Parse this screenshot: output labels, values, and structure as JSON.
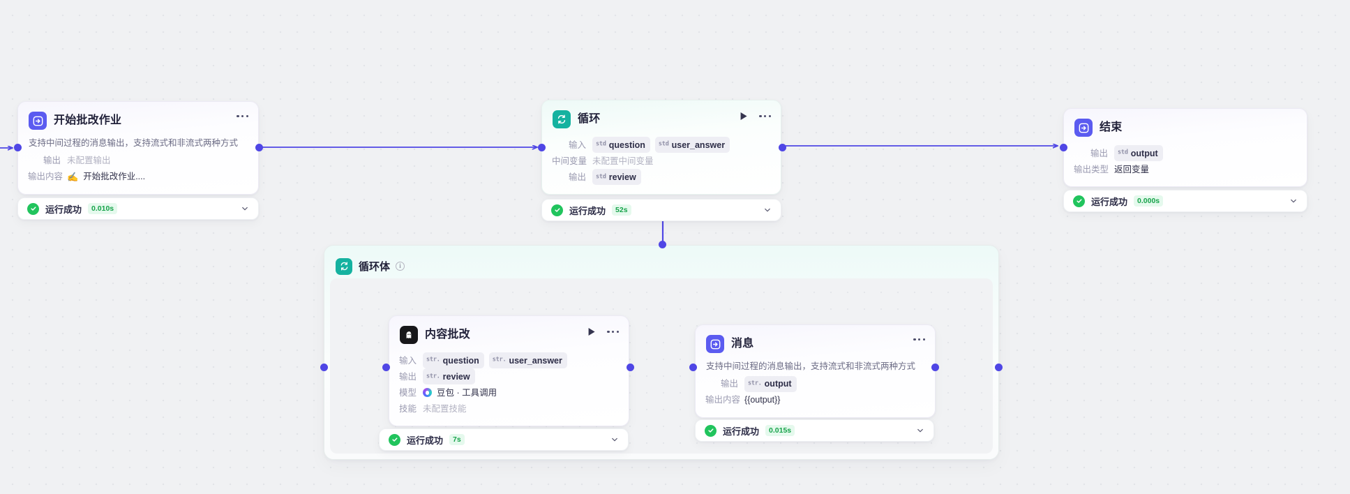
{
  "canvas": {
    "background": "#f0f1f3",
    "accent": "#4f46e5",
    "success": "#21c45d"
  },
  "labels": {
    "input": "输入",
    "output": "输出",
    "intermediate_var": "中间变量",
    "output_content": "输出内容",
    "output_type": "输出类型",
    "model": "模型",
    "skill": "技能"
  },
  "nodes": {
    "start": {
      "title": "开始批改作业",
      "icon": "arrow-into-box-icon",
      "description": "支持中间过程的消息输出，支持流式和非流式两种方式",
      "rows": [
        {
          "label": "输出",
          "value": "未配置输出",
          "muted": true
        },
        {
          "label": "输出内容",
          "emoji": "✍️",
          "value": "开始批改作业...."
        }
      ],
      "status": {
        "text": "运行成功",
        "time": "0.010s"
      }
    },
    "loop": {
      "title": "循环",
      "icon": "loop-icon",
      "inputs": [
        {
          "type": "std",
          "name": "question"
        },
        {
          "type": "std",
          "name": "user_answer"
        }
      ],
      "intermediate": "未配置中间变量",
      "outputs": [
        {
          "type": "std",
          "name": "review"
        }
      ],
      "status": {
        "text": "运行成功",
        "time": "52s"
      }
    },
    "end": {
      "title": "结束",
      "icon": "arrow-into-box-icon",
      "outputs": [
        {
          "type": "std",
          "name": "output"
        }
      ],
      "output_type": "返回变量",
      "status": {
        "text": "运行成功",
        "time": "0.000s"
      }
    },
    "loop_body": {
      "title": "循环体",
      "icon": "loop-icon",
      "info_glyph": "i"
    },
    "content_review": {
      "title": "内容批改",
      "icon": "ghost-avatar-icon",
      "inputs": [
        {
          "type": "str.",
          "name": "question"
        },
        {
          "type": "str.",
          "name": "user_answer"
        }
      ],
      "outputs": [
        {
          "type": "str.",
          "name": "review"
        }
      ],
      "model": "豆包 · 工具调用",
      "skill": "未配置技能",
      "status": {
        "text": "运行成功",
        "time": "7s"
      }
    },
    "message": {
      "title": "消息",
      "icon": "arrow-into-box-icon",
      "description": "支持中间过程的消息输出，支持流式和非流式两种方式",
      "outputs": [
        {
          "type": "str.",
          "name": "output"
        }
      ],
      "output_content": "{{output}}",
      "status": {
        "text": "运行成功",
        "time": "0.015s"
      }
    }
  }
}
